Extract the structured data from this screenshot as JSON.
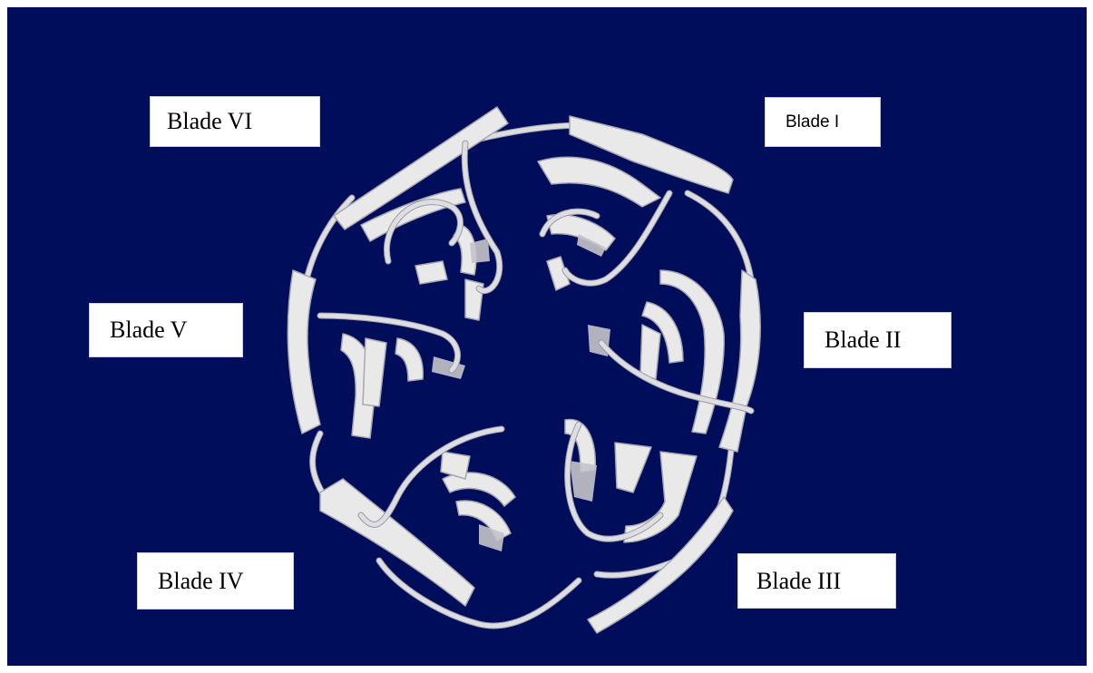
{
  "figure": {
    "background_color": "#000d5a",
    "ribbon_color": "#e9e9ea",
    "labels": {
      "blade_1": "Blade I",
      "blade_2": "Blade II",
      "blade_3": "Blade III",
      "blade_4": "Blade IV",
      "blade_5": "Blade V",
      "blade_6": "Blade VI"
    }
  }
}
